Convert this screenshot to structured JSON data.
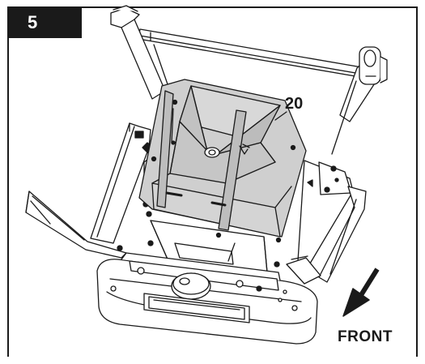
{
  "step": {
    "number": "5"
  },
  "callouts": {
    "part_number": "20"
  },
  "direction": {
    "label": "FRONT",
    "icon": "arrow-down-left-icon"
  },
  "colors": {
    "line": "#1a1a1a",
    "part_fill": "#cfcfcf",
    "badge": "#1a1a1a"
  }
}
